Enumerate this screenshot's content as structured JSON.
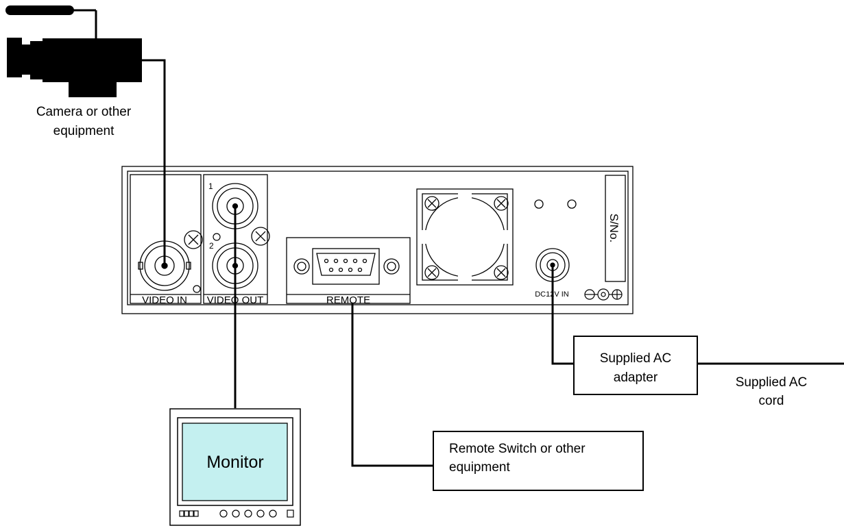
{
  "camera": {
    "label_line1": "Camera or other",
    "label_line2": "equipment"
  },
  "panel": {
    "video_in_label": "VIDEO IN",
    "video_out_label": "VIDEO OUT",
    "video_out_port1_label": "1",
    "video_out_port2_label": "2",
    "remote_label": "REMOTE",
    "serial_label": "S/No.",
    "dc_label": "DC12V IN"
  },
  "monitor": {
    "label": "Monitor",
    "screen_color": "#c4f0f0"
  },
  "remote_box": {
    "label_line1": "Remote Switch or other",
    "label_line2": "equipment"
  },
  "adapter_box": {
    "label_line1": "Supplied AC",
    "label_line2": "adapter"
  },
  "cord": {
    "label_line1": "Supplied AC",
    "label_line2": "cord"
  }
}
